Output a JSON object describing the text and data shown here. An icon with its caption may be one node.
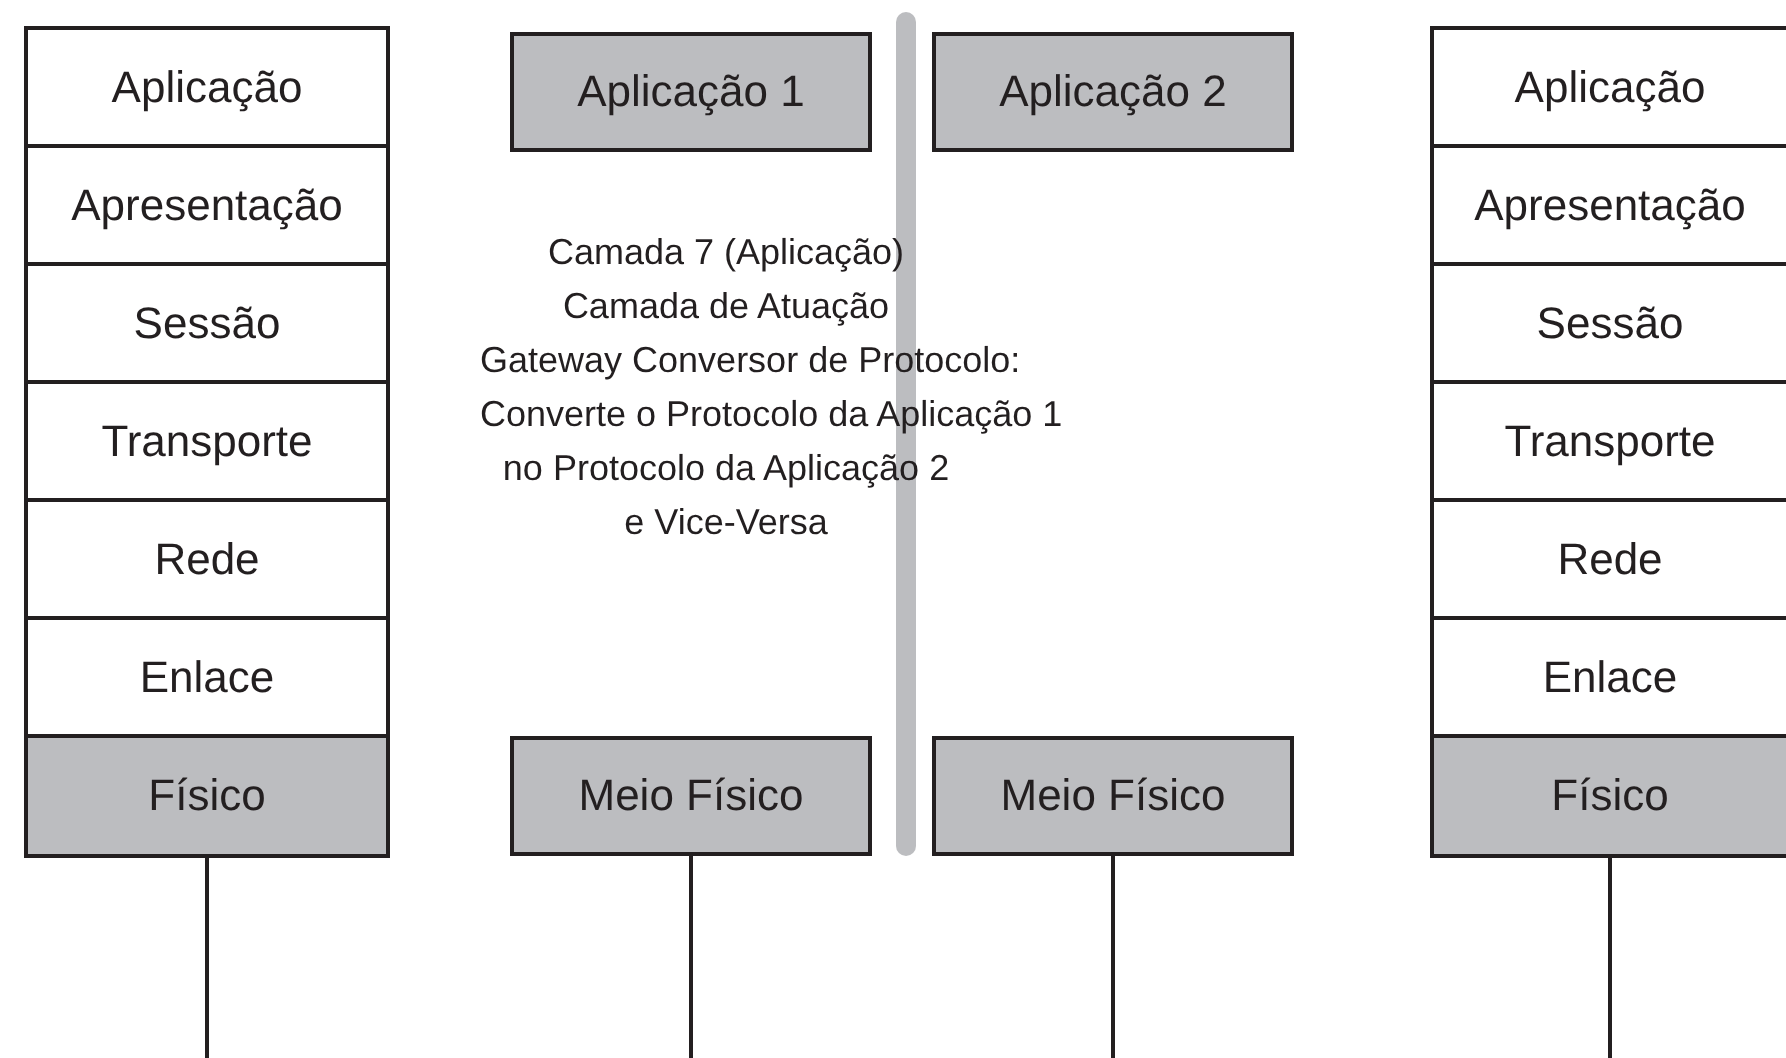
{
  "diagram": {
    "nodes": [
      {
        "text": [
          "Aplicação"
        ]
      },
      {
        "text": [
          "Apresentação"
        ]
      },
      {
        "text": [
          "Sessão"
        ]
      },
      {
        "text": [
          "Transporte"
        ]
      },
      {
        "text": [
          "Rede"
        ]
      },
      {
        "text": [
          "Enlace"
        ]
      },
      {
        "text": [
          "Físico"
        ]
      },
      {
        "text": [
          "Aplicação 1"
        ]
      },
      {
        "text": [
          "Aplicação 2"
        ]
      },
      {
        "text": [
          "Meio Físico"
        ]
      },
      {
        "text": [
          "Meio Físico"
        ]
      },
      {
        "text": [
          "Aplicação"
        ]
      },
      {
        "text": [
          "Apresentação"
        ]
      },
      {
        "text": [
          "Sessão"
        ]
      },
      {
        "text": [
          "Transporte"
        ]
      },
      {
        "text": [
          "Rede"
        ]
      },
      {
        "text": [
          "Enlace"
        ]
      },
      {
        "text": [
          "Físico"
        ]
      }
    ],
    "edges": [
      {
        "from": 6,
        "to": null,
        "arrow": "none"
      },
      {
        "from": 9,
        "to": null,
        "arrow": "none"
      },
      {
        "from": 10,
        "to": null,
        "arrow": "none"
      },
      {
        "from": 17,
        "to": null,
        "arrow": "none"
      }
    ],
    "labels": [
      "Camada 7 (Aplicação)",
      "Camada de Atuação",
      "Gateway Conversor de Protocolo:",
      "Converte o Protocolo da Aplicação 1",
      "no Protocolo da Aplicação 2",
      "e Vice-Versa"
    ]
  }
}
